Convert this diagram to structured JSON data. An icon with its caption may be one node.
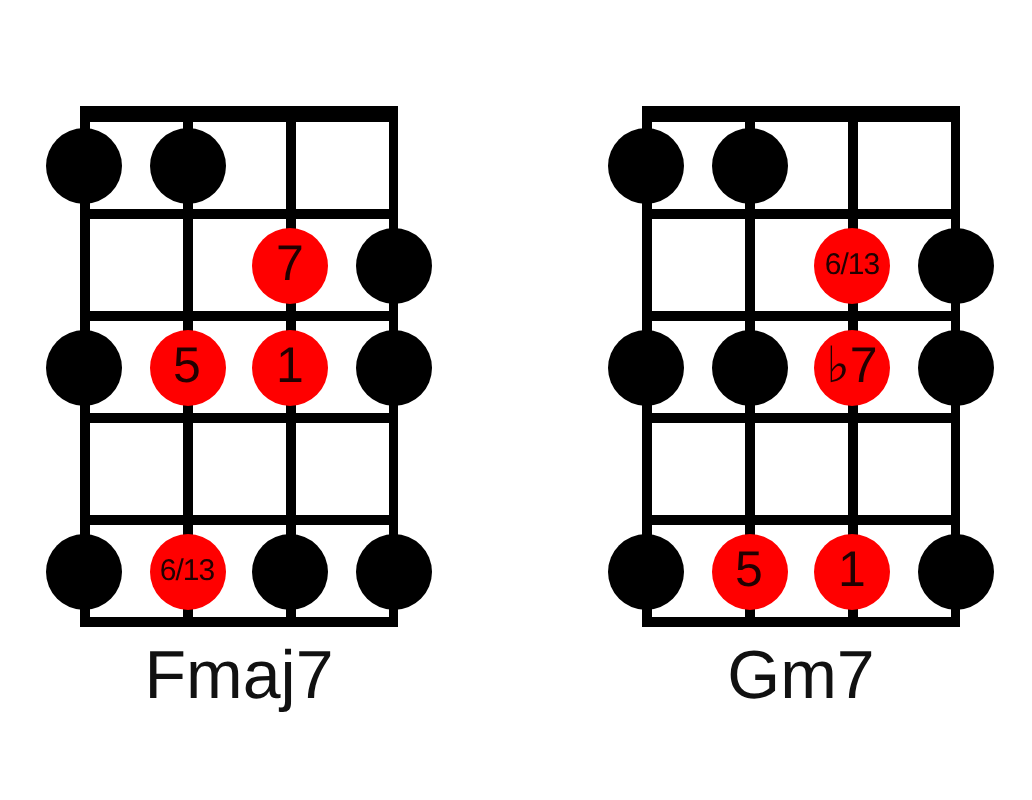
{
  "diagram": {
    "nodes": [
      {
        "text": [
          "Fmaj7"
        ]
      },
      {
        "text": [],
        "shape": "circle",
        "in": 0
      },
      {
        "text": [],
        "shape": "circle",
        "in": 0
      },
      {
        "text": [
          "7"
        ],
        "in": 0
      },
      {
        "text": [],
        "shape": "circle",
        "in": 0
      },
      {
        "text": [],
        "shape": "circle",
        "in": 0
      },
      {
        "text": [
          "5"
        ],
        "in": 0
      },
      {
        "text": [
          "1"
        ],
        "in": 0
      },
      {
        "text": [],
        "shape": "circle",
        "in": 0
      },
      {
        "text": [],
        "shape": "circle",
        "in": 0
      },
      {
        "text": [
          "6/13"
        ],
        "in": 0
      },
      {
        "text": [],
        "shape": "circle",
        "in": 0
      },
      {
        "text": [],
        "shape": "circle",
        "in": 0
      },
      {
        "text": [
          "Gm7"
        ]
      },
      {
        "text": [],
        "shape": "circle",
        "in": 13
      },
      {
        "text": [],
        "shape": "circle",
        "in": 13
      },
      {
        "text": [
          "6/13"
        ],
        "in": 13
      },
      {
        "text": [],
        "shape": "circle",
        "in": 13
      },
      {
        "text": [],
        "shape": "circle",
        "in": 13
      },
      {
        "text": [],
        "shape": "circle",
        "in": 13
      },
      {
        "text": [
          "♭7"
        ],
        "in": 13
      },
      {
        "text": [],
        "shape": "circle",
        "in": 13
      },
      {
        "text": [],
        "shape": "circle",
        "in": 13
      },
      {
        "text": [
          "5"
        ],
        "in": 13
      },
      {
        "text": [
          "1"
        ],
        "in": 13
      },
      {
        "text": [],
        "shape": "circle",
        "in": 13
      }
    ]
  }
}
